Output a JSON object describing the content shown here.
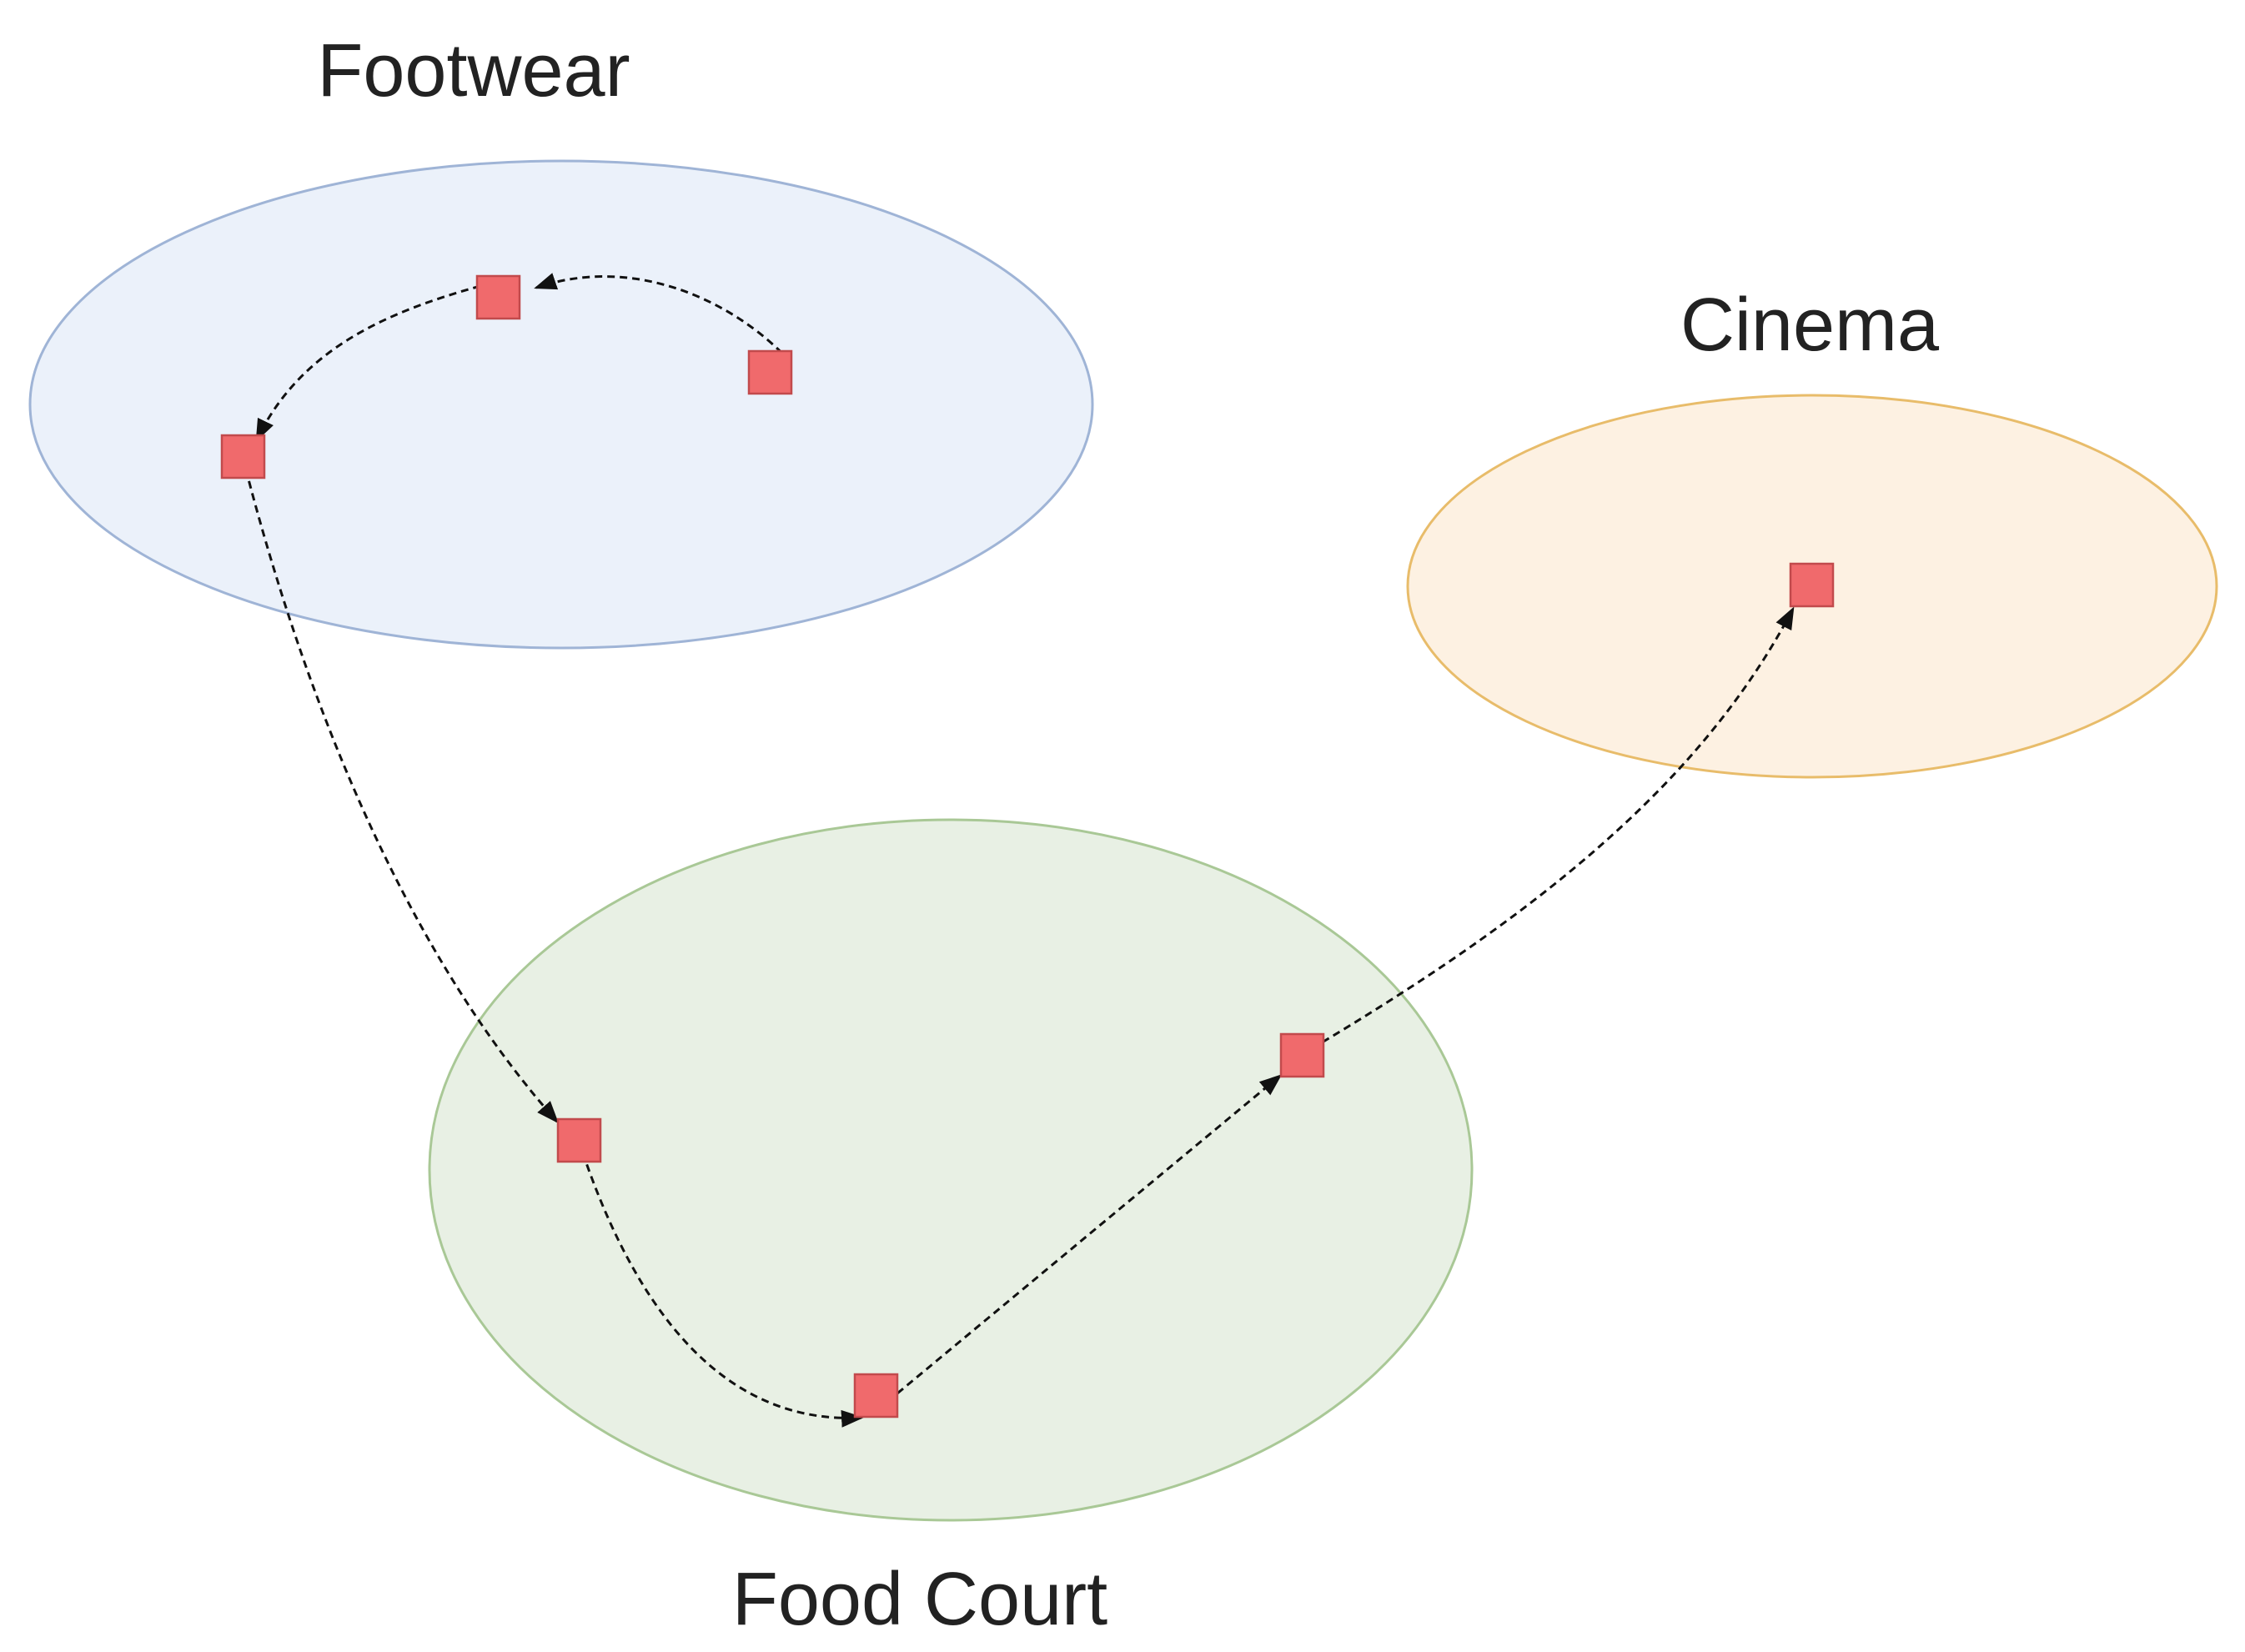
{
  "zones": {
    "footwear": {
      "label": "Footwear",
      "fill": "#ebf1fa",
      "stroke": "#9fb4d6"
    },
    "cinema": {
      "label": "Cinema",
      "fill": "#fdf1e2",
      "stroke": "#e8bc6a"
    },
    "food_court": {
      "label": "Food Court",
      "fill": "#e8f0e4",
      "stroke": "#a9c896"
    }
  },
  "node_style": {
    "fill": "#f06a6c",
    "stroke": "#c24a4c"
  },
  "path_style": {
    "stroke": "#111111",
    "dash": "dashed",
    "arrowhead": "filled"
  }
}
